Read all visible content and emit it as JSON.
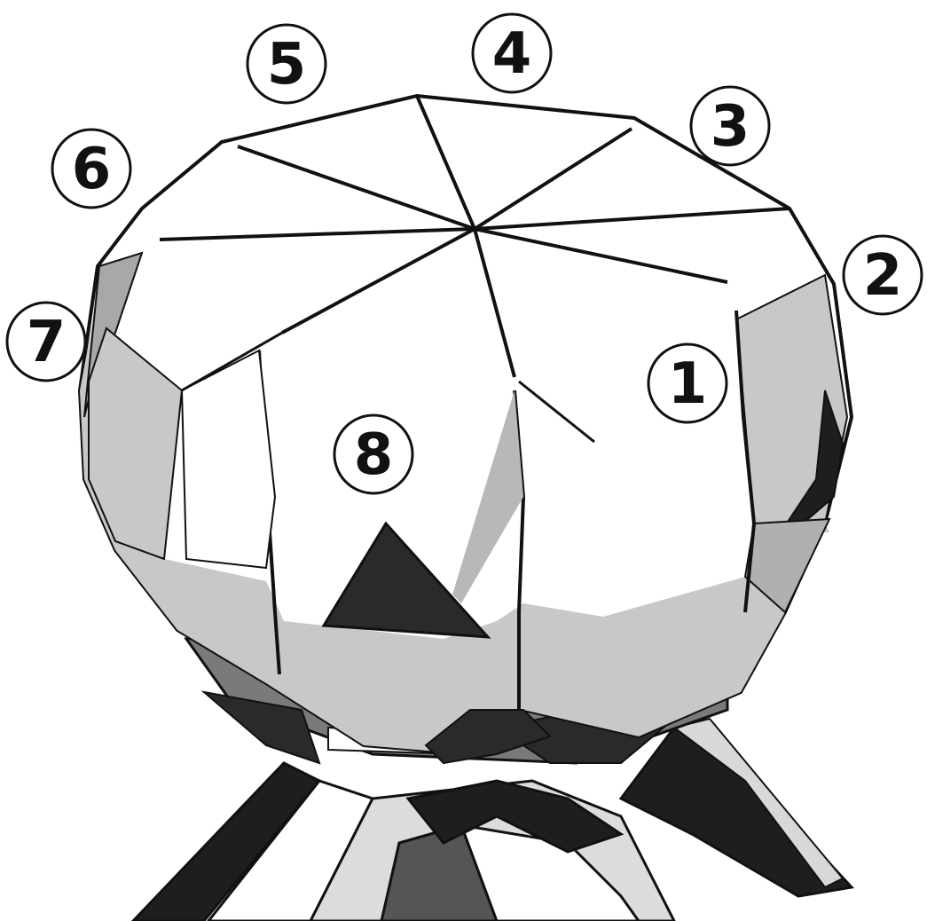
{
  "markers": [
    {
      "id": 1,
      "label": "1"
    },
    {
      "id": 2,
      "label": "2"
    },
    {
      "id": 3,
      "label": "3"
    },
    {
      "id": 4,
      "label": "4"
    },
    {
      "id": 5,
      "label": "5"
    },
    {
      "id": 6,
      "label": "6"
    },
    {
      "id": 7,
      "label": "7"
    },
    {
      "id": 8,
      "label": "8"
    }
  ],
  "colors": {
    "outline": "#111111",
    "light": "#ffffff",
    "mid": "#c8c8c8",
    "dark": "#8a8a8a",
    "shadow": "#2a2a2a"
  }
}
